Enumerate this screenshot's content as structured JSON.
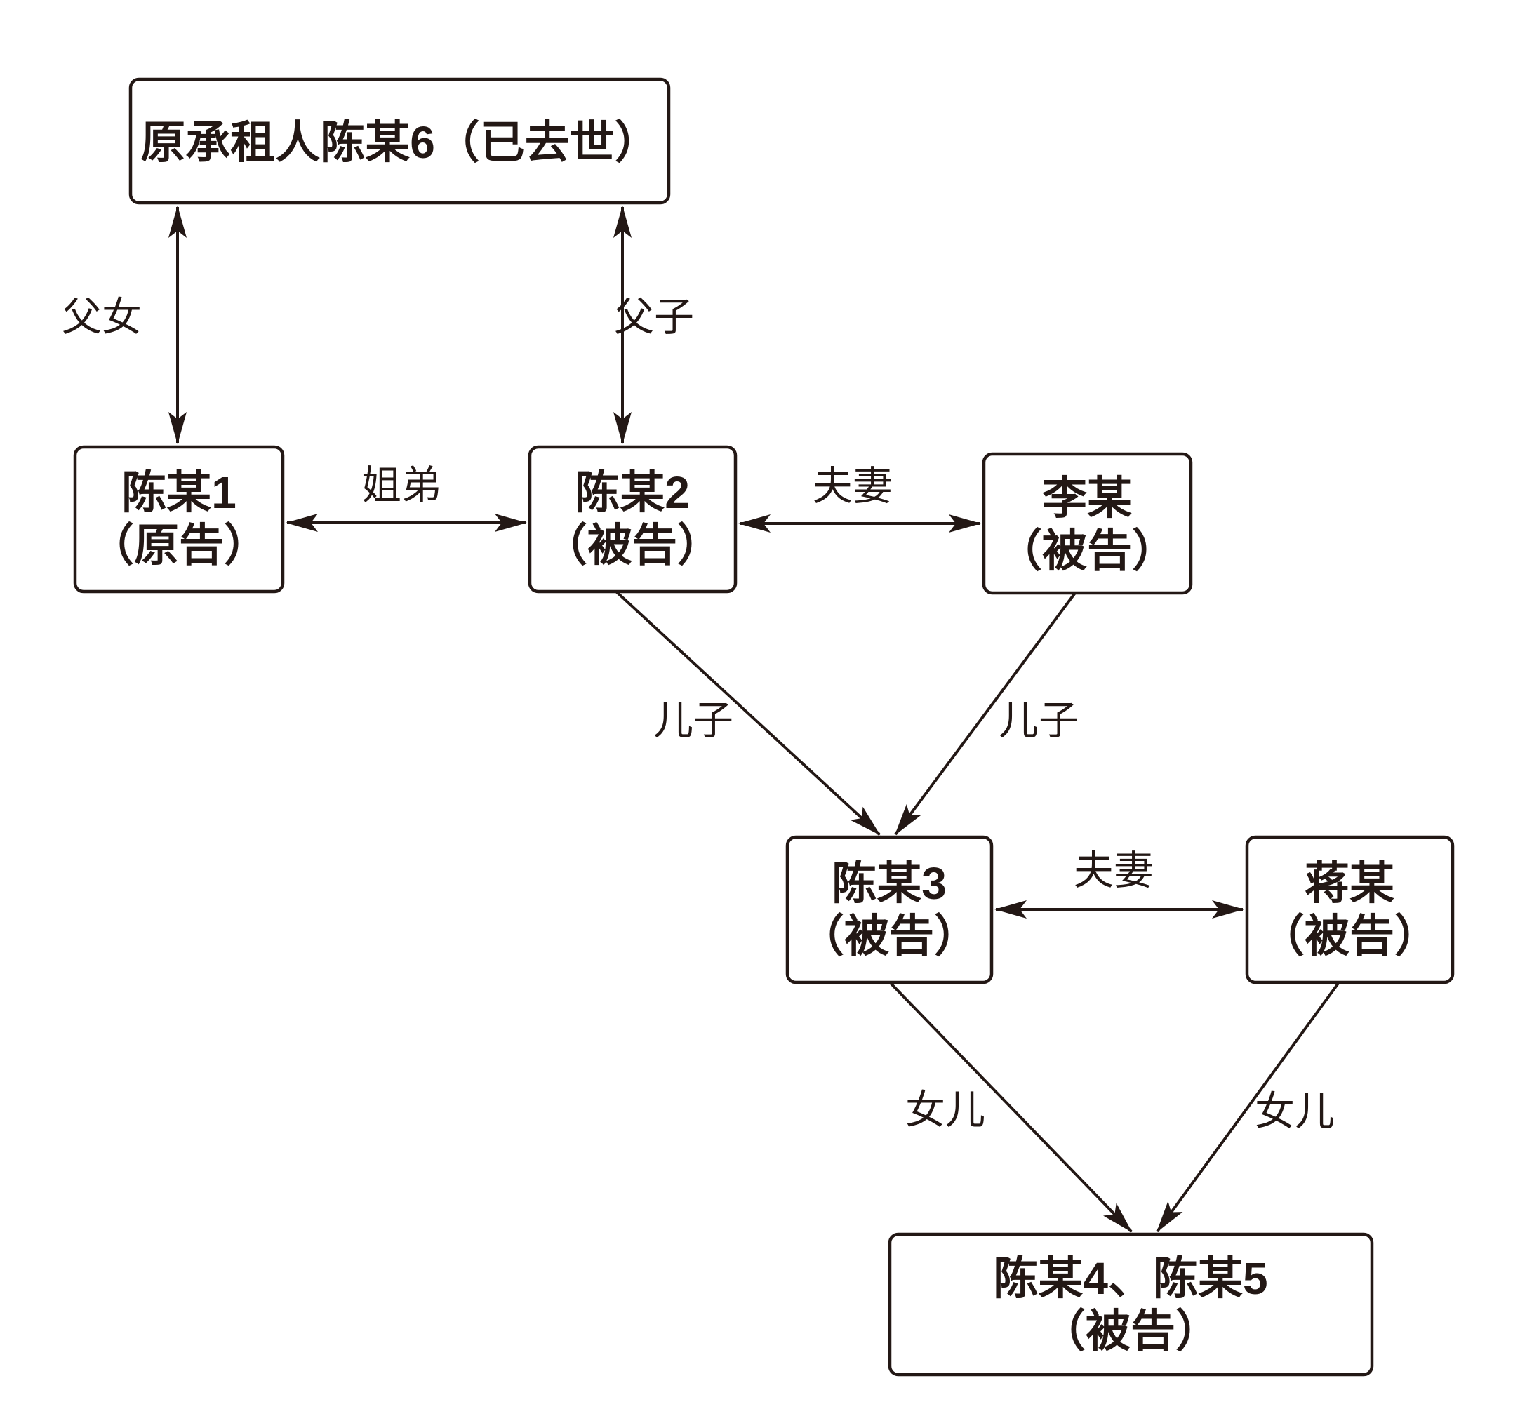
{
  "diagram": {
    "type": "family-relationship-diagram",
    "colors": {
      "ink": "#231815",
      "background": "#ffffff"
    },
    "nodes": {
      "chen6": {
        "label": "原承租人陈某6（已去世）"
      },
      "chen1": {
        "name": "陈某1",
        "role": "（原告）"
      },
      "chen2": {
        "name": "陈某2",
        "role": "（被告）"
      },
      "li": {
        "name": "李某",
        "role": "（被告）"
      },
      "chen3": {
        "name": "陈某3",
        "role": "（被告）"
      },
      "jiang": {
        "name": "蒋某",
        "role": "（被告）"
      },
      "chen45": {
        "name": "陈某4、陈某5",
        "role": "（被告）"
      }
    },
    "edges": {
      "father_daughter": "父女",
      "father_son": "父子",
      "sister_brother": "姐弟",
      "spouses_row1": "夫妻",
      "spouses_row2": "夫妻",
      "son_left": "儿子",
      "son_right": "儿子",
      "daughter_left": "女儿",
      "daughter_right": "女儿"
    }
  }
}
